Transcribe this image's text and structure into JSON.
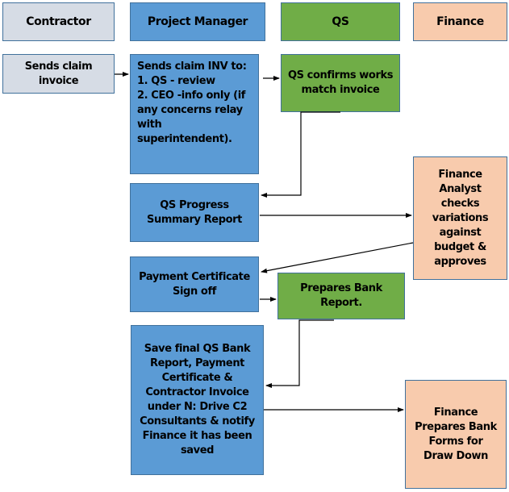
{
  "lanes": {
    "contractor": "Contractor",
    "project_manager": "Project Manager",
    "qs": "QS",
    "finance": "Finance"
  },
  "colors": {
    "contractor": "#d6dce5",
    "project_manager": "#5b9bd5",
    "qs": "#70ad47",
    "finance": "#f8cbad",
    "border": "#41719c"
  },
  "steps": {
    "sends_claim_invoice": "Sends claim invoice",
    "pm_sends_claim": "Sends claim INV to:\n1. QS - review\n2. CEO -info only (if any concerns relay with superintendent).",
    "qs_confirms": "QS confirms works match invoice",
    "qs_progress_report": "QS Progress Summary Report",
    "finance_analyst_checks": "Finance Analyst checks variations against budget & approves",
    "payment_certificate": "Payment Certificate Sign off",
    "prepares_bank_report": "Prepares Bank Report.",
    "save_final": "Save final QS Bank Report, Payment Certificate & Contractor Invoice under N: Drive C2 Consultants & notify Finance it has been saved",
    "finance_prepares_forms": "Finance Prepares Bank Forms for Draw Down"
  },
  "connectors": [
    {
      "from": "sends_claim_invoice",
      "to": "pm_sends_claim"
    },
    {
      "from": "pm_sends_claim",
      "to": "qs_confirms"
    },
    {
      "from": "qs_confirms",
      "to": "qs_progress_report"
    },
    {
      "from": "qs_progress_report",
      "to": "finance_analyst_checks"
    },
    {
      "from": "finance_analyst_checks",
      "to": "payment_certificate"
    },
    {
      "from": "payment_certificate",
      "to": "prepares_bank_report"
    },
    {
      "from": "prepares_bank_report",
      "to": "save_final"
    },
    {
      "from": "save_final",
      "to": "finance_prepares_forms"
    }
  ]
}
